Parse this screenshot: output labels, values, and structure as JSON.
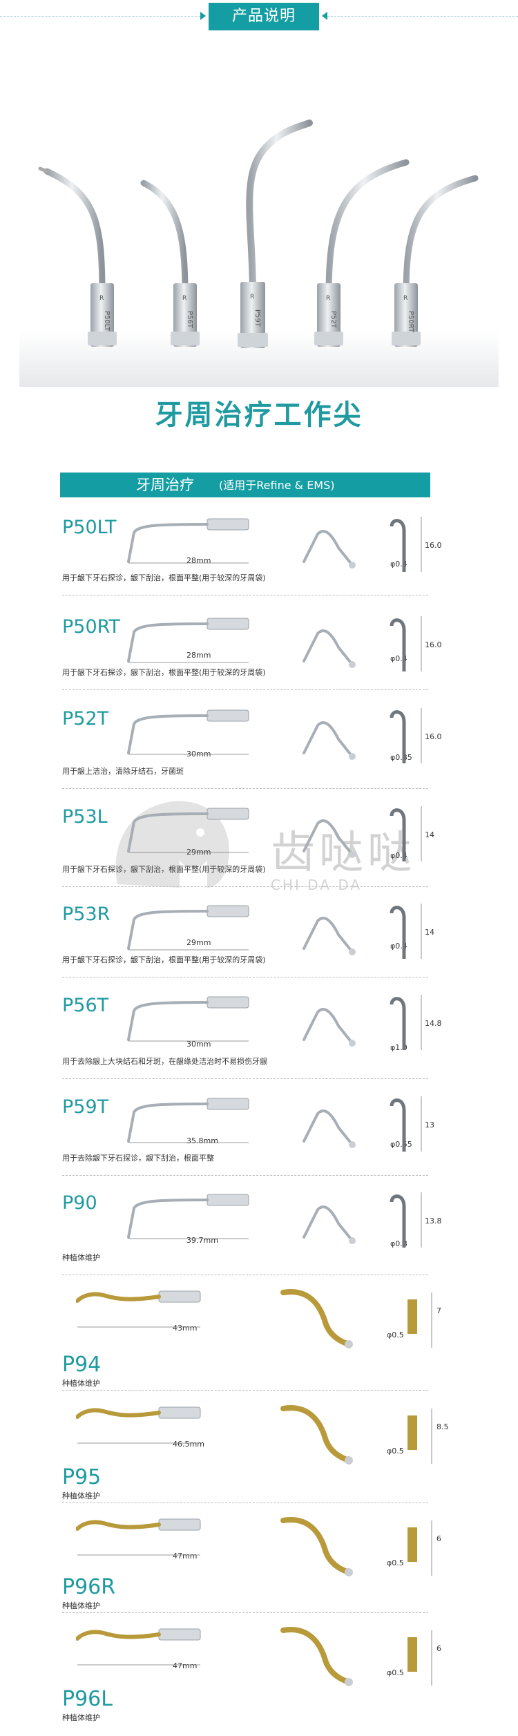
{
  "header": {
    "title": "产品说明"
  },
  "hero": {
    "title": "牙周治疗工作尖",
    "tips": [
      {
        "brand": "R",
        "code": "P50LT"
      },
      {
        "brand": "R",
        "code": "P56T"
      },
      {
        "brand": "R",
        "code": "P59T"
      },
      {
        "brand": "R",
        "code": "P52T"
      },
      {
        "brand": "R",
        "code": "P50RT"
      }
    ]
  },
  "section": {
    "title": "牙周治疗",
    "note": "(适用于Refine & EMS)"
  },
  "rows": [
    {
      "code": "P50LT",
      "length": "28mm",
      "height": "16.0",
      "diameter": "φ0.4",
      "desc": "用于龈下牙石探诊，龈下刮治，根面平整(用于较深的牙周袋)"
    },
    {
      "code": "P50RT",
      "length": "28mm",
      "height": "16.0",
      "diameter": "φ0.4",
      "desc": "用于龈下牙石探诊，龈下刮治，根面平整(用于较深的牙周袋)"
    },
    {
      "code": "P52T",
      "length": "30mm",
      "height": "16.0",
      "diameter": "φ0.85",
      "desc": "用于龈上洁治，清除牙结石，牙菌斑"
    },
    {
      "code": "P53L",
      "length": "29mm",
      "height": "14",
      "diameter": "φ0.4",
      "desc": "用于龈下牙石探诊，龈下刮治，根面平整(用于较深的牙周袋)"
    },
    {
      "code": "P53R",
      "length": "29mm",
      "height": "14",
      "diameter": "φ0.4",
      "desc": "用于龈下牙石探诊，龈下刮治，根面平整(用于较深的牙周袋)"
    },
    {
      "code": "P56T",
      "length": "30mm",
      "height": "14.8",
      "diameter": "φ1.0",
      "desc": "用于去除龈上大块结石和牙斑，在龈缘处洁治时不易损伤牙龈"
    },
    {
      "code": "P59T",
      "length": "35.8mm",
      "height": "13",
      "diameter": "φ0.55",
      "desc": "用于去除龈下牙石探诊，龈下刮治，根面平整"
    },
    {
      "code": "P90",
      "length": "39.7mm",
      "height": "13.8",
      "diameter": "φ0.8",
      "desc": "种植体维护"
    },
    {
      "code": "P94",
      "length": "43mm",
      "height": "7",
      "diameter": "φ0.5",
      "desc": "种植体维护"
    },
    {
      "code": "P95",
      "length": "46.5mm",
      "height": "8.5",
      "diameter": "φ0.5",
      "desc": "种植体维护"
    },
    {
      "code": "P96R",
      "length": "47mm",
      "height": "6",
      "diameter": "φ0.5",
      "desc": "种植体维护"
    },
    {
      "code": "P96L",
      "length": "47mm",
      "height": "6",
      "diameter": "φ0.5",
      "desc": "种植体维护"
    }
  ],
  "watermark": {
    "cn": "齿哒哒",
    "en": "CHI DA DA"
  },
  "colors": {
    "accent": "#149ea3",
    "gold": "#b89a3a",
    "steel": "#b8bec4"
  }
}
